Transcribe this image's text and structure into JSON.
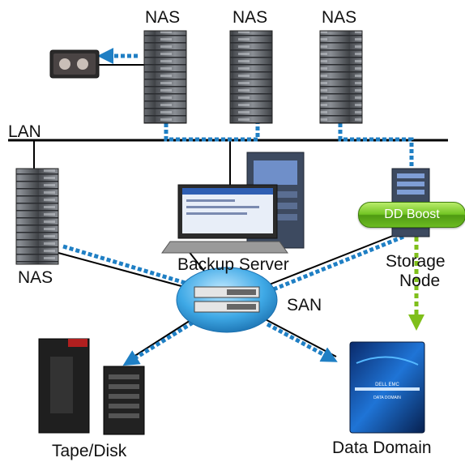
{
  "labels": {
    "nas_top_1": "NAS",
    "nas_top_2": "NAS",
    "nas_top_3": "NAS",
    "lan": "LAN",
    "nas_left": "NAS",
    "backup_server": "Backup Server",
    "storage_node_line1": "Storage",
    "storage_node_line2": "Node",
    "san": "SAN",
    "tape_disk": "Tape/Disk",
    "data_domain": "Data Domain",
    "dd_boost": "DD Boost",
    "dell_emc": "DELL EMC",
    "data_domain_front": "DATA DOMAIN"
  },
  "colors": {
    "lan_line": "#000000",
    "data_path": "#1f7fc4",
    "boost_path": "#7fbf1a",
    "san_hub": "#3fa9e6",
    "dd_boost_button": "#6cbb22"
  },
  "icons": [
    "nas-server-icon",
    "tape-drive-icon",
    "backup-server-icon",
    "storage-node-icon",
    "san-switch-icon",
    "tape-library-icon",
    "disk-array-icon",
    "data-domain-appliance-icon"
  ]
}
